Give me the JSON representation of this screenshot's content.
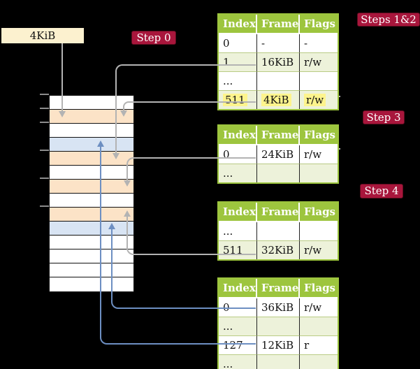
{
  "frame_size_box": {
    "label": "4KiB"
  },
  "badges": {
    "step0": "Step 0",
    "steps12": "Steps 1&2",
    "step3": "Step 3",
    "step4": "Step 4"
  },
  "memory": {
    "rows": [
      "white",
      "orange",
      "white",
      "blue",
      "orange",
      "white",
      "orange",
      "white",
      "orange",
      "blue",
      "white",
      "white",
      "white",
      "white"
    ]
  },
  "tables": [
    {
      "headers": [
        "Index",
        "Frame",
        "Flags"
      ],
      "rows": [
        {
          "cells": [
            "0",
            "-",
            "-"
          ],
          "shaded": false,
          "highlighted": false
        },
        {
          "cells": [
            "1",
            "16KiB",
            "r/w"
          ],
          "shaded": true,
          "highlighted": false
        },
        {
          "cells": [
            "...",
            "",
            ""
          ],
          "shaded": false,
          "highlighted": false
        },
        {
          "cells": [
            "511",
            "4KiB",
            "r/w"
          ],
          "shaded": true,
          "highlighted": true
        }
      ]
    },
    {
      "headers": [
        "Index",
        "Frame",
        "Flags"
      ],
      "rows": [
        {
          "cells": [
            "0",
            "24KiB",
            "r/w"
          ],
          "shaded": false,
          "highlighted": false
        },
        {
          "cells": [
            "...",
            "",
            ""
          ],
          "shaded": true,
          "highlighted": false
        }
      ]
    },
    {
      "headers": [
        "Index",
        "Frame",
        "Flags"
      ],
      "rows": [
        {
          "cells": [
            "...",
            "",
            ""
          ],
          "shaded": false,
          "highlighted": false
        },
        {
          "cells": [
            "511",
            "32KiB",
            "r/w"
          ],
          "shaded": true,
          "highlighted": false
        }
      ]
    },
    {
      "headers": [
        "Index",
        "Frame",
        "Flags"
      ],
      "rows": [
        {
          "cells": [
            "0",
            "36KiB",
            "r/w"
          ],
          "shaded": false,
          "highlighted": false
        },
        {
          "cells": [
            "...",
            "",
            ""
          ],
          "shaded": true,
          "highlighted": false
        },
        {
          "cells": [
            "127",
            "12KiB",
            "r"
          ],
          "shaded": false,
          "highlighted": false
        },
        {
          "cells": [
            "...",
            "",
            ""
          ],
          "shaded": true,
          "highlighted": false
        }
      ]
    }
  ],
  "colors": {
    "table-header-green": "#9dc53e",
    "table-row-green": "#edf2da",
    "table-row-divider": "#b9cb84",
    "highlight-yellow": "#fdf48d",
    "badge-red": "#a8163c",
    "badge-border": "#5e0d1f",
    "box-cream": "#fcf1cf",
    "row-orange": "#fce3c7",
    "row-blue": "#d8e4f3",
    "connector-gray": "#b3b3b3",
    "connector-blue": "#6d8fc2"
  }
}
